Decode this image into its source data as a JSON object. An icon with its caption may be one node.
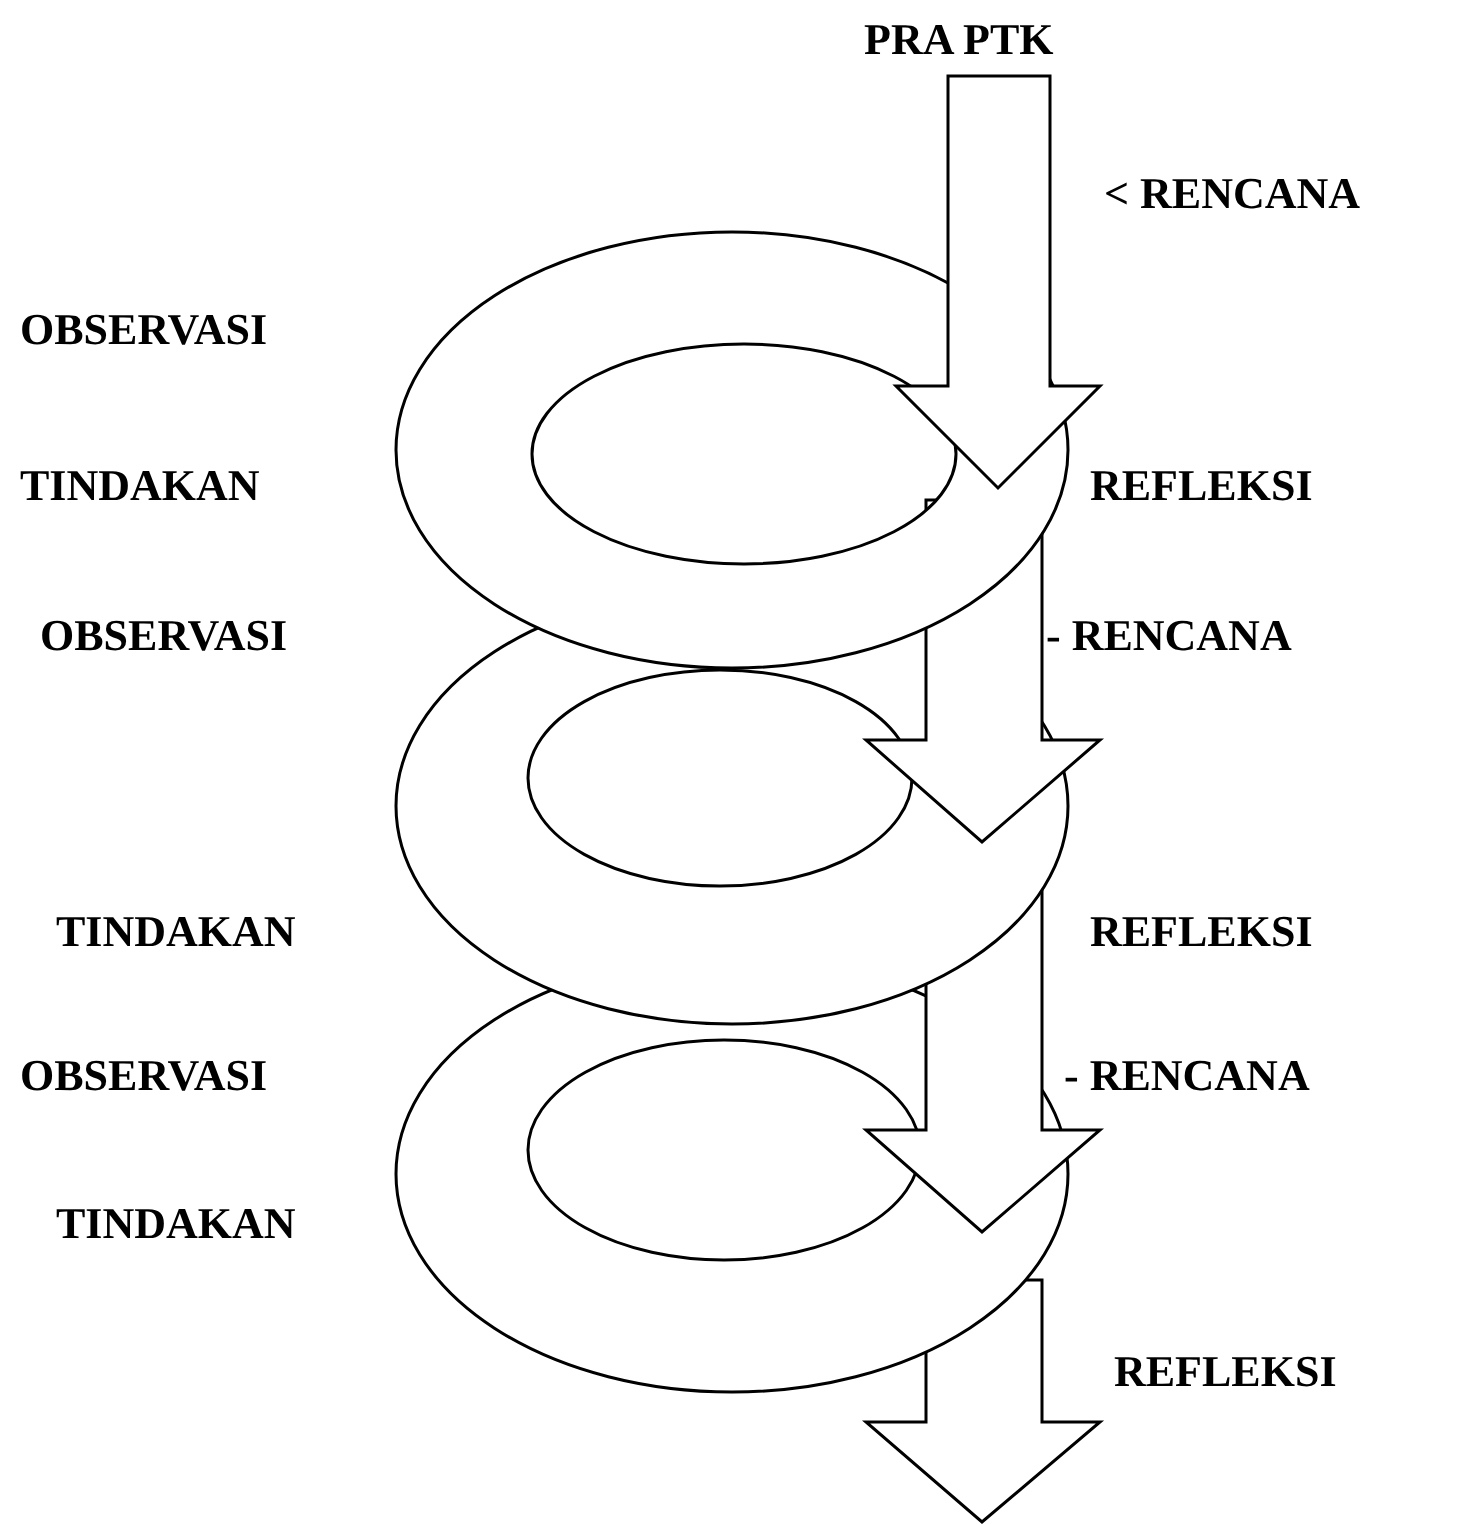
{
  "diagram": {
    "labels": [
      "PRA PTK",
      "< RENCANA",
      "OBSERVASI",
      "TINDAKAN",
      "REFLEKSI",
      "OBSERVASI",
      "- RENCANA",
      "TINDAKAN",
      "REFLEKSI",
      "OBSERVASI",
      "- RENCANA",
      "TINDAKAN",
      "REFLEKSI"
    ]
  }
}
